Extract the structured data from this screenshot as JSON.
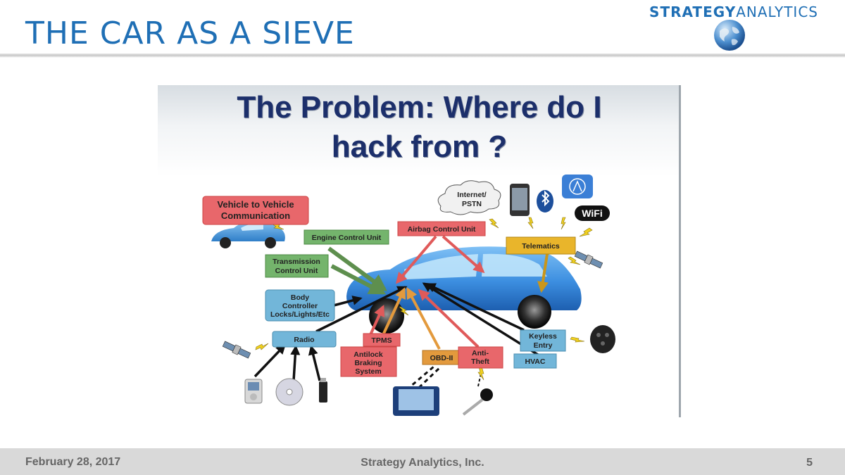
{
  "slide": {
    "title": "THE CAR AS A SIEVE",
    "brand_part1": "STRATEGY",
    "brand_part2": "ANALYTICS"
  },
  "diagram": {
    "title_line1": "The Problem: Where do I",
    "title_line2": "hack from ?",
    "labels": {
      "v2v_line1": "Vehicle to Vehicle",
      "v2v_line2": "Communication",
      "engine": "Engine Control Unit",
      "airbag": "Airbag Control Unit",
      "transmission_line1": "Transmission",
      "transmission_line2": "Control Unit",
      "body_line1": "Body",
      "body_line2": "Controller",
      "body_line3": "Locks/Lights/Etc",
      "radio": "Radio",
      "tpms": "TPMS",
      "antilock_line1": "Antilock",
      "antilock_line2": "Braking",
      "antilock_line3": "System",
      "obd": "OBD-II",
      "antitheft_line1": "Anti-",
      "antitheft_line2": "Theft",
      "keyless_line1": "Keyless",
      "keyless_line2": "Entry",
      "hvac": "HVAC",
      "telematics": "Telematics",
      "internet_line1": "Internet/",
      "internet_line2": "PSTN",
      "wifi": "WiFi"
    },
    "colors": {
      "red_box": "#e8676b",
      "green_box": "#74b46c",
      "blue_box": "#72b6d9",
      "yellow_box": "#e9b52b",
      "car_blue": "#3c8ee0"
    }
  },
  "footer": {
    "date": "February 28, 2017",
    "company": "Strategy Analytics, Inc.",
    "page": "5"
  }
}
